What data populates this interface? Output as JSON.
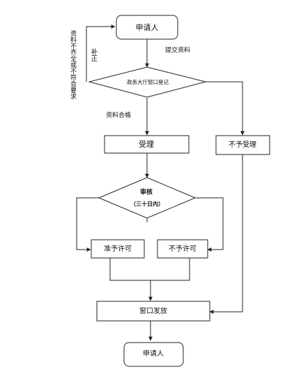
{
  "nodes": {
    "start": "申请人",
    "check": "政务大厅窗口登记",
    "accept": "受理",
    "reject_accept": "不予受理",
    "review_title": "审核",
    "review_sub": "（三十日内）",
    "approve": "准予许可",
    "deny": "不予许可",
    "issue": "窗口发放",
    "end": "申请人"
  },
  "labels": {
    "submit": "提交资料",
    "qualified": "资料合格",
    "supplement": "补正",
    "incomplete": "资料不齐全或不符合要求"
  },
  "colors": {
    "stroke": "#222222",
    "text": "#111111",
    "background": "#ffffff"
  }
}
